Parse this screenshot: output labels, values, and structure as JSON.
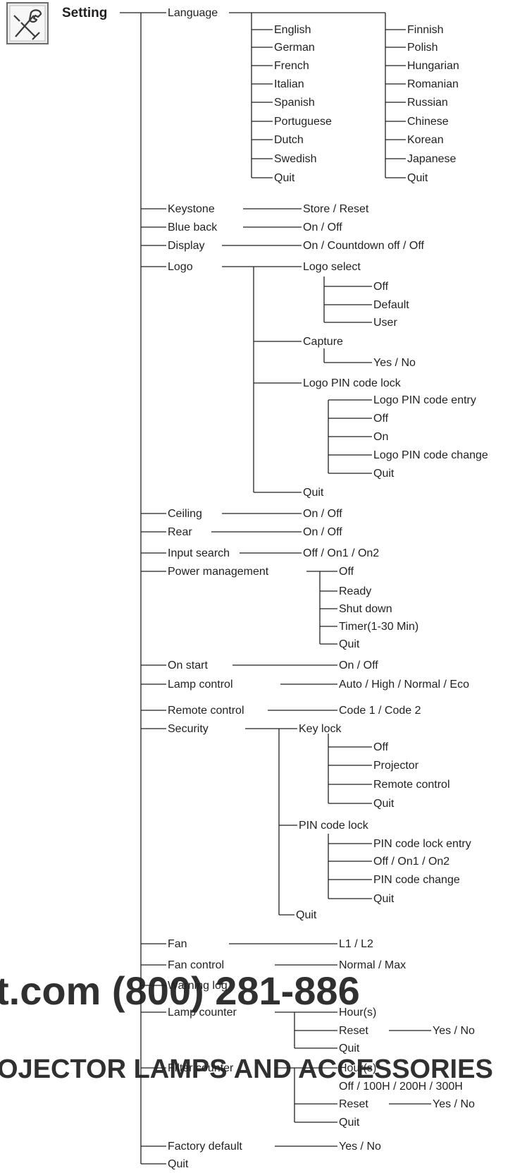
{
  "title": "Setting",
  "icon": "wrench-screwdriver-icon",
  "watermark": {
    "line1": "t.com (800) 281-886",
    "line2": "OJECTOR LAMPS AND ACCESSORIES"
  },
  "menu": [
    {
      "label": "Language",
      "columns": [
        [
          "English",
          "German",
          "French",
          "Italian",
          "Spanish",
          "Portuguese",
          "Dutch",
          "Swedish",
          "Quit"
        ],
        [
          "Finnish",
          "Polish",
          "Hungarian",
          "Romanian",
          "Russian",
          "Chinese",
          "Korean",
          "Japanese",
          "Quit"
        ]
      ]
    },
    {
      "label": "Keystone",
      "value": "Store / Reset"
    },
    {
      "label": "Blue back",
      "value": "On / Off"
    },
    {
      "label": "Display",
      "value": "On / Countdown off / Off"
    },
    {
      "label": "Logo",
      "children": [
        {
          "label": "Logo select",
          "options": [
            "Off",
            "Default",
            "User"
          ]
        },
        {
          "label": "Capture",
          "options": [
            "Yes / No"
          ]
        },
        {
          "label": "Logo PIN code lock",
          "options": [
            "Logo PIN code entry",
            "Off",
            "On",
            "Logo PIN code change",
            "Quit"
          ]
        },
        {
          "label": "Quit"
        }
      ]
    },
    {
      "label": "Ceiling",
      "value": "On / Off"
    },
    {
      "label": "Rear",
      "value": "On / Off"
    },
    {
      "label": "Input search",
      "value": "Off / On1 / On2"
    },
    {
      "label": "Power management",
      "options": [
        "Off",
        "Ready",
        "Shut down",
        "Timer(1-30 Min)",
        "Quit"
      ]
    },
    {
      "label": "On start",
      "value": "On / Off"
    },
    {
      "label": "Lamp control",
      "value": "Auto / High / Normal / Eco"
    },
    {
      "label": "Remote control",
      "value": "Code 1 / Code 2"
    },
    {
      "label": "Security",
      "children": [
        {
          "label": "Key lock",
          "options": [
            "Off",
            "Projector",
            "Remote control",
            "Quit"
          ]
        },
        {
          "label": "PIN code lock",
          "options": [
            "PIN code lock entry",
            "Off / On1 / On2",
            "PIN code change",
            "Quit"
          ]
        },
        {
          "label": "Quit"
        }
      ]
    },
    {
      "label": "Fan",
      "value": "L1 / L2"
    },
    {
      "label": "Fan control",
      "value": "Normal / Max"
    },
    {
      "label": "Warning log"
    },
    {
      "label": "Lamp counter",
      "children": [
        {
          "label": "Hour(s)"
        },
        {
          "label": "Reset",
          "value": "Yes / No"
        },
        {
          "label": "Quit"
        }
      ]
    },
    {
      "label": "Filter counter",
      "children": [
        {
          "label": "Hour(s)"
        },
        {
          "label": "Off / 100H / 200H / 300H"
        },
        {
          "label": "Reset",
          "value": "Yes / No"
        },
        {
          "label": "Quit"
        }
      ]
    },
    {
      "label": "Factory default",
      "value": "Yes / No"
    },
    {
      "label": "Quit"
    }
  ]
}
